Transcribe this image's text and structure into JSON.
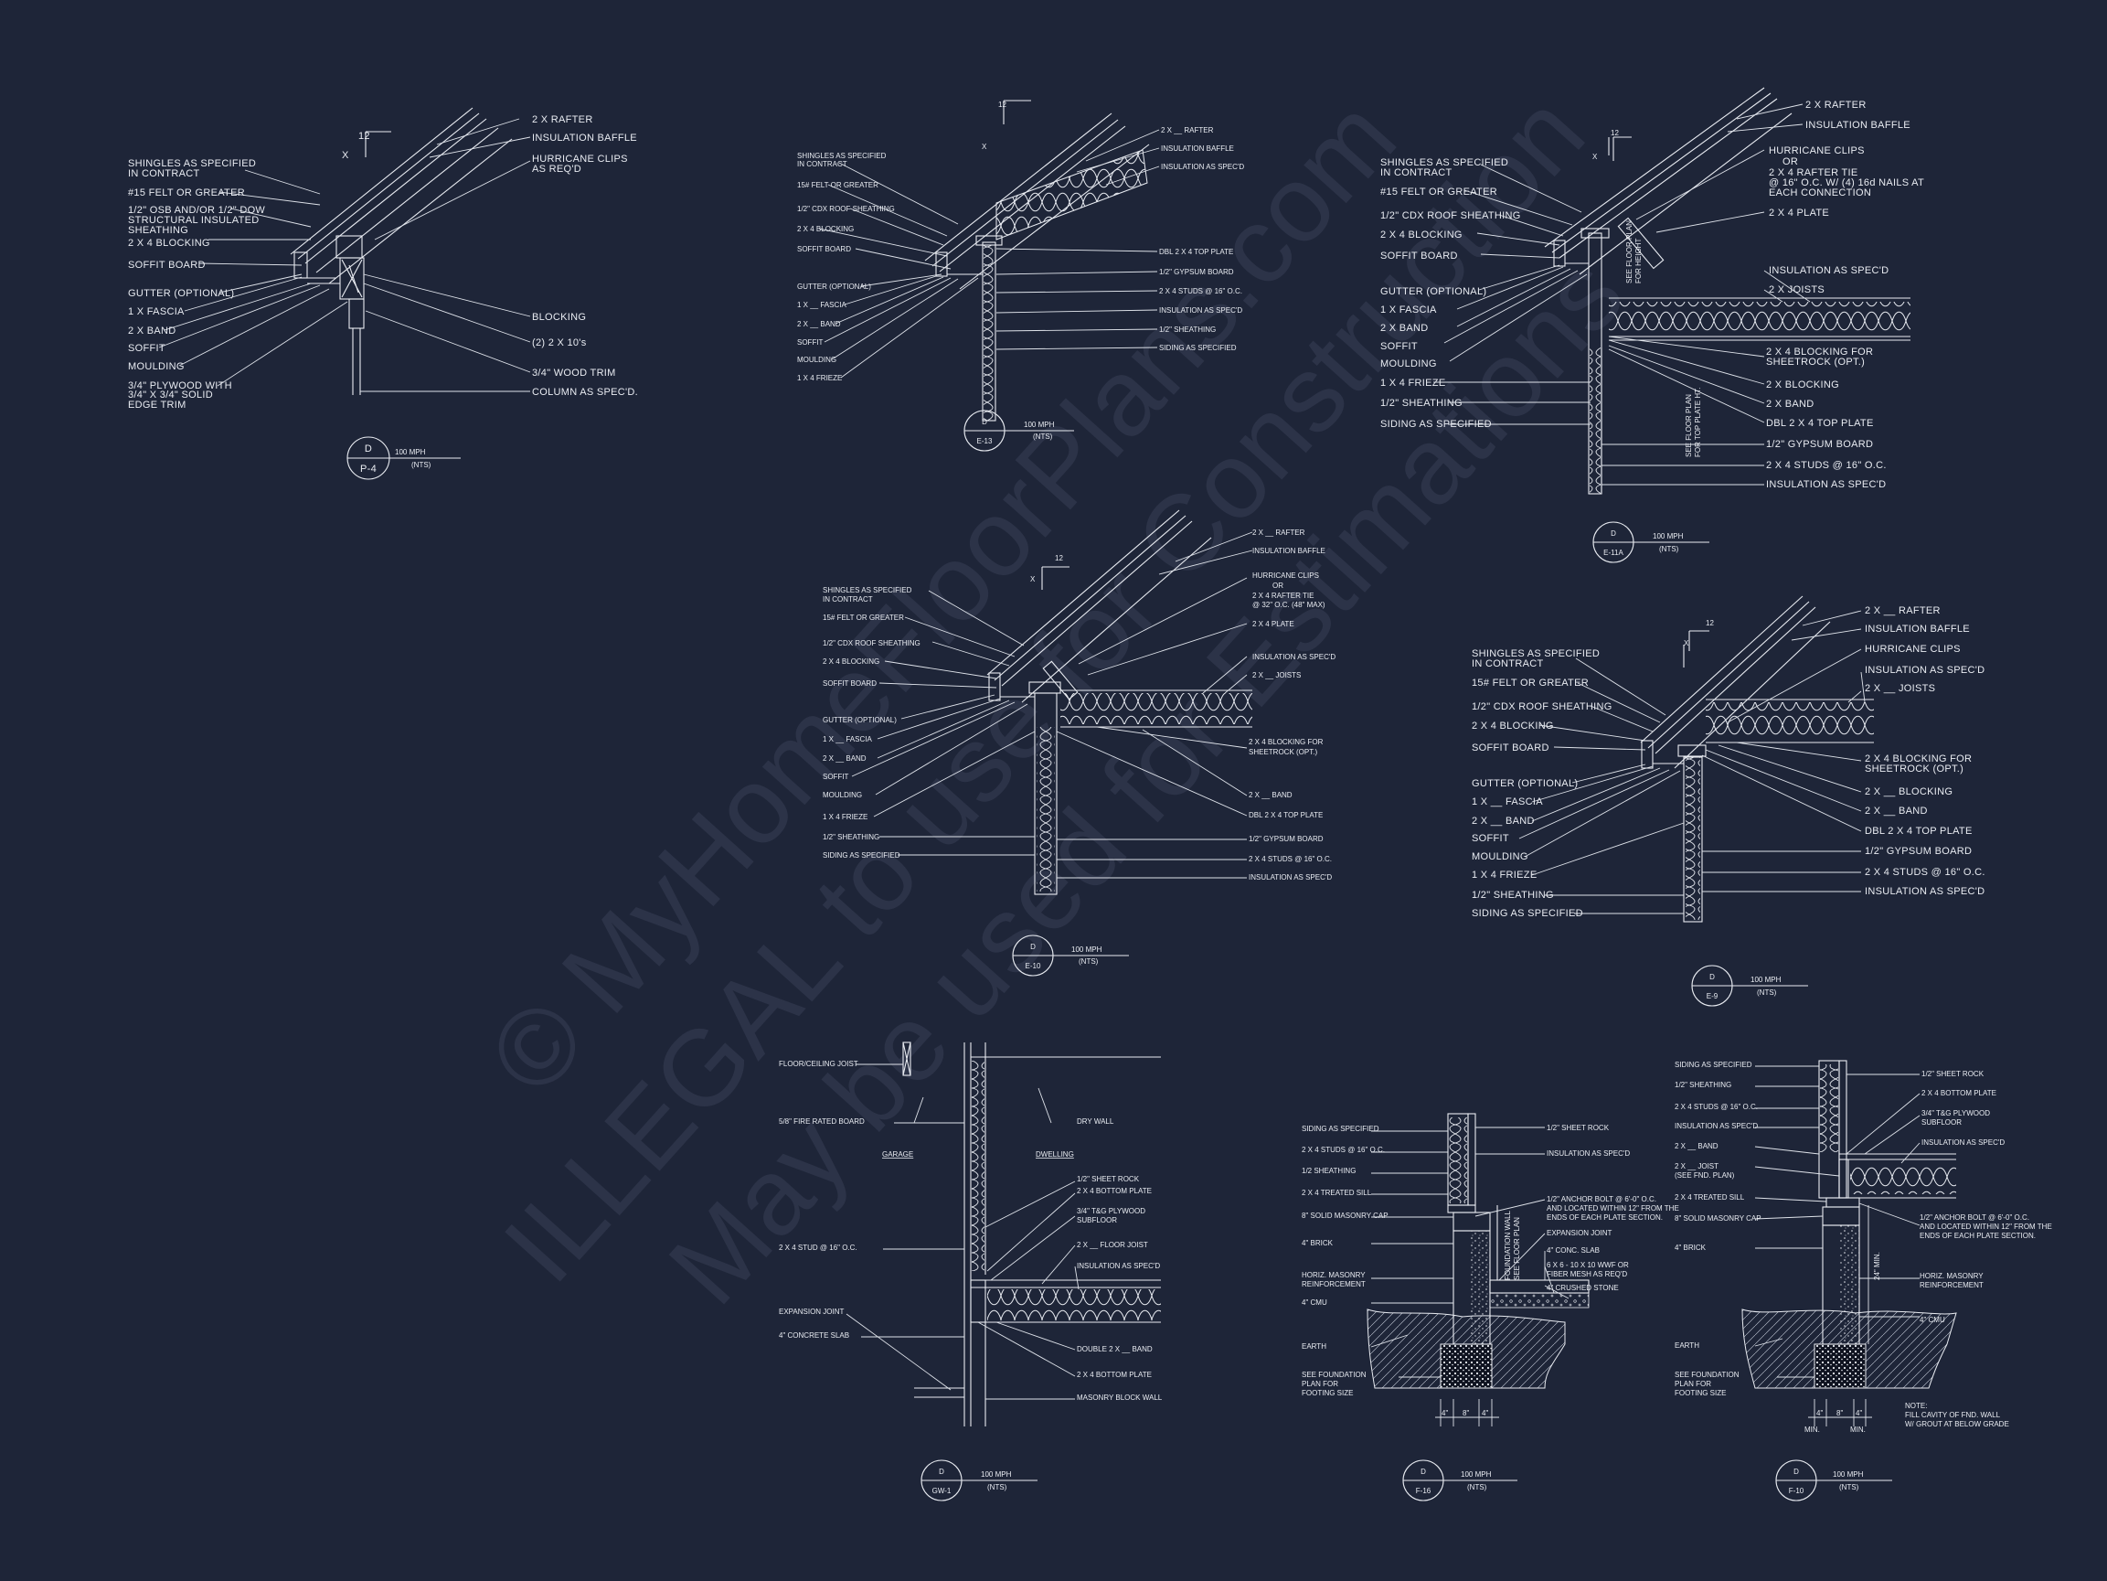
{
  "watermark": {
    "line1": "© MyHomeFloorPlans.com",
    "line2": "ILLEGAL to use for Construction",
    "line3": "May be used for Estimations"
  },
  "details": [
    {
      "id": "P-4",
      "letter": "D",
      "code": "P-4",
      "speed": "100 MPH",
      "scale": "(NTS)",
      "pitch_rise": "12",
      "pitch_run": "X",
      "left_labels": [
        "SHINGLES AS SPECIFIED",
        "IN CONTRACT",
        "#15 FELT OR GREATER",
        "1/2\" OSB AND/OR 1/2\" DOW",
        "STRUCTURAL INSULATED",
        "SHEATHING",
        "2 X 4 BLOCKING",
        "SOFFIT BOARD",
        "GUTTER (OPTIONAL)",
        "1 X    FASCIA",
        "2 X    BAND",
        "SOFFIT",
        "MOULDING",
        "3/4\" PLYWOOD WITH",
        "3/4\" X 3/4\" SOLID",
        "EDGE TRIM"
      ],
      "right_labels": [
        "2 X    RAFTER",
        "INSULATION BAFFLE",
        "HURRICANE CLIPS",
        "AS REQ'D",
        "BLOCKING",
        "(2) 2 X 10's",
        "3/4\" WOOD TRIM",
        "COLUMN AS SPEC'D."
      ]
    },
    {
      "id": "E-13",
      "letter": "D",
      "code": "E-13",
      "speed": "100 MPH",
      "scale": "(NTS)",
      "pitch_rise": "12",
      "pitch_run": "X",
      "left_labels": [
        "SHINGLES AS SPECIFIED",
        "IN CONTRACT",
        "15# FELT OR GREATER",
        "1/2\" CDX ROOF SHEATHING",
        "2 X 4 BLOCKING",
        "SOFFIT BOARD",
        "GUTTER (OPTIONAL)",
        "1 X __ FASCIA",
        "2 X __ BAND",
        "SOFFIT",
        "MOULDING",
        "1 X 4 FRIEZE"
      ],
      "right_labels": [
        "2 X __ RAFTER",
        "INSULATION BAFFLE",
        "INSULATION AS SPEC'D",
        "DBL 2 X 4 TOP PLATE",
        "1/2\" GYPSUM BOARD",
        "2 X 4 STUDS @ 16\" O.C.",
        "INSULATION AS SPEC'D",
        "1/2\" SHEATHING",
        "SIDING AS SPECIFIED"
      ]
    },
    {
      "id": "E-11A",
      "letter": "D",
      "code": "E-11A",
      "speed": "100 MPH",
      "scale": "(NTS)",
      "pitch_rise": "12",
      "pitch_run": "X",
      "left_labels": [
        "SHINGLES AS SPECIFIED",
        "IN CONTRACT",
        "#15 FELT OR GREATER",
        "1/2\" CDX ROOF SHEATHING",
        "2 X 4 BLOCKING",
        "SOFFIT BOARD",
        "GUTTER (OPTIONAL)",
        "1 X    FASCIA",
        "2 X    BAND",
        "SOFFIT",
        "MOULDING",
        "1 X 4 FRIEZE",
        "1/2\" SHEATHING",
        "SIDING AS SPECIFIED"
      ],
      "right_labels": [
        "2 X    RAFTER",
        "INSULATION BAFFLE",
        "HURRICANE CLIPS",
        "OR",
        "2 X 4 RAFTER TIE",
        "@ 16\" O.C. W/ (4) 16d NAILS AT",
        "EACH CONNECTION",
        "2 X 4 PLATE",
        "INSULATION AS SPEC'D",
        "2 X    JOISTS",
        "2 X 4 BLOCKING FOR",
        "SHEETROCK (OPT.)",
        "2 X    BLOCKING",
        "2 X    BAND",
        "DBL 2 X 4 TOP PLATE",
        "1/2\" GYPSUM BOARD",
        "2 X 4 STUDS @ 16\" O.C.",
        "INSULATION AS SPEC'D"
      ],
      "vertical_notes": [
        "SEE FLOOR PLAN",
        "FOR HEIGHT",
        "SEE FLOOR PLAN",
        "FOR TOP PLATE HT."
      ]
    },
    {
      "id": "E-10",
      "letter": "D",
      "code": "E-10",
      "speed": "100 MPH",
      "scale": "(NTS)",
      "pitch_rise": "12",
      "pitch_run": "X",
      "left_labels": [
        "SHINGLES AS SPECIFIED",
        "IN CONTRACT",
        "15# FELT OR GREATER",
        "1/2\" CDX ROOF SHEATHING",
        "2 X 4 BLOCKING",
        "SOFFIT BOARD",
        "GUTTER (OPTIONAL)",
        "1 X __ FASCIA",
        "2 X __ BAND",
        "SOFFIT",
        "MOULDING",
        "1 X 4 FRIEZE",
        "1/2\" SHEATHING",
        "SIDING AS SPECIFIED"
      ],
      "right_labels": [
        "2 X __ RAFTER",
        "INSULATION BAFFLE",
        "HURRICANE CLIPS",
        "OR",
        "2 X 4 RAFTER TIE",
        "@ 32\" O.C. (48\" MAX)",
        "2 X 4 PLATE",
        "INSULATION AS SPEC'D",
        "2 X __ JOISTS",
        "2 X 4 BLOCKING FOR",
        "SHEETROCK (OPT.)",
        "2 X __ BAND",
        "DBL 2 X 4 TOP PLATE",
        "1/2\" GYPSUM BOARD",
        "2 X 4 STUDS @ 16\" O.C.",
        "INSULATION AS SPEC'D"
      ]
    },
    {
      "id": "E-9",
      "letter": "D",
      "code": "E-9",
      "speed": "100 MPH",
      "scale": "(NTS)",
      "pitch_rise": "12",
      "pitch_run": "X",
      "left_labels": [
        "SHINGLES AS SPECIFIED",
        "IN CONTRACT",
        "15# FELT OR GREATER",
        "1/2\" CDX ROOF SHEATHING",
        "2 X 4 BLOCKING",
        "SOFFIT BOARD",
        "GUTTER (OPTIONAL)",
        "1 X __ FASCIA",
        "2 X __ BAND",
        "SOFFIT",
        "MOULDING",
        "1 X 4 FRIEZE",
        "1/2\" SHEATHING",
        "SIDING AS SPECIFIED"
      ],
      "right_labels": [
        "2 X __ RAFTER",
        "INSULATION BAFFLE",
        "HURRICANE CLIPS",
        "INSULATION AS SPEC'D",
        "2 X __ JOISTS",
        "2 X 4 BLOCKING FOR",
        "SHEETROCK (OPT.)",
        "2 X __ BLOCKING",
        "2 X __ BAND",
        "DBL 2 X 4 TOP PLATE",
        "1/2\" GYPSUM BOARD",
        "2 X 4 STUDS @ 16\" O.C.",
        "INSULATION AS SPEC'D"
      ]
    },
    {
      "id": "GW-1",
      "letter": "D",
      "code": "GW-1",
      "speed": "100 MPH",
      "scale": "(NTS)",
      "left_labels": [
        "FLOOR/CEILING JOIST",
        "5/8\" FIRE RATED BOARD",
        "2 X 4 STUD @ 16\" O.C.",
        "EXPANSION JOINT",
        "4\" CONCRETE SLAB"
      ],
      "side_titles": [
        "GARAGE",
        "DWELLING"
      ],
      "right_labels": [
        "DRY WALL",
        "1/2\" SHEET ROCK",
        "2 X 4 BOTTOM PLATE",
        "3/4\" T&G PLYWOOD",
        "SUBFLOOR",
        "2 X __ FLOOR JOIST",
        "INSULATION AS SPEC'D",
        "DOUBLE 2 X __ BAND",
        "2 X 4 BOTTOM PLATE",
        "MASONRY BLOCK WALL"
      ]
    },
    {
      "id": "F-16",
      "letter": "D",
      "code": "F-16",
      "speed": "100 MPH",
      "scale": "(NTS)",
      "left_labels": [
        "SIDING AS SPECIFIED",
        "2 X 4 STUDS @ 16\" O.C.",
        "1/2 SHEATHING",
        "2 X 4 TREATED SILL",
        "8\" SOLID MASONRY CAP",
        "4\" BRICK",
        "HORIZ. MASONRY",
        "REINFORCEMENT",
        "4\" CMU",
        "EARTH",
        "SEE FOUNDATION",
        "PLAN FOR",
        "FOOTING SIZE"
      ],
      "right_labels": [
        "1/2\" SHEET ROCK",
        "INSULATION AS SPEC'D",
        "1/2\" ANCHOR BOLT @ 6'-0\" O.C.",
        "AND LOCATED WITHIN 12\" FROM THE",
        "ENDS OF EACH PLATE SECTION.",
        "EXPANSION JOINT",
        "4\" CONC. SLAB",
        "6 X 6 - 10 X 10 WWF OR",
        "FIBER MESH AS REQ'D",
        "4\" CRUSHED STONE"
      ],
      "dims": [
        "4\"",
        "8\"",
        "4\""
      ],
      "vertical_notes": [
        "FOUNDATION WALL",
        "SEE FLOOR PLAN"
      ]
    },
    {
      "id": "F-10",
      "letter": "D",
      "code": "F-10",
      "speed": "100 MPH",
      "scale": "(NTS)",
      "left_labels": [
        "SIDING AS SPECIFIED",
        "1/2\" SHEATHING",
        "2 X 4 STUDS @ 16\" O.C.",
        "INSULATION AS SPEC'D",
        "2 X __ BAND",
        "2 X __ JOIST",
        "(SEE FND. PLAN)",
        "2 X 4 TREATED SILL",
        "8\" SOLID MASONRY CAP",
        "4\" BRICK",
        "EARTH",
        "SEE FOUNDATION",
        "PLAN FOR",
        "FOOTING SIZE"
      ],
      "right_labels": [
        "1/2\" SHEET ROCK",
        "2 X 4 BOTTOM PLATE",
        "3/4\" T&G PLYWOOD",
        "SUBFLOOR",
        "INSULATION AS SPEC'D",
        "1/2\" ANCHOR BOLT @ 6'-0\" O.C.",
        "AND LOCATED WITHIN 12\" FROM THE",
        "ENDS OF EACH PLATE SECTION.",
        "HORIZ. MASONRY",
        "REINFORCEMENT",
        "4\" CMU",
        "NOTE:",
        "FILL CAVITY OF FND. WALL",
        "W/ GROUT AT BELOW GRADE"
      ],
      "dims": [
        "4\"",
        "8\"",
        "4\""
      ],
      "dim_notes": [
        "MIN.",
        "MIN."
      ],
      "vertical_notes": [
        "24\" MIN."
      ]
    }
  ]
}
